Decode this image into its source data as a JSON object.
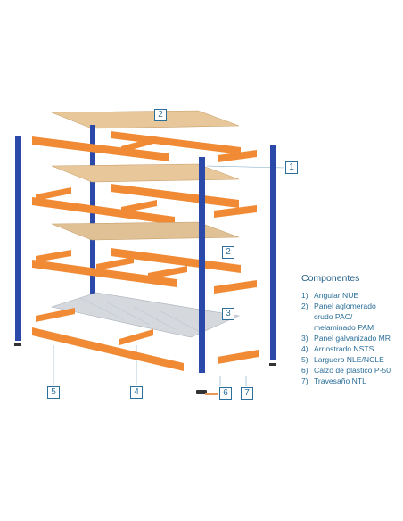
{
  "callouts": {
    "c2_top": "2",
    "c1": "1",
    "c2_mid": "2",
    "c3": "3",
    "c5": "5",
    "c4": "4",
    "c6": "6",
    "c7": "7"
  },
  "legend": {
    "title": "Componentes",
    "items": [
      {
        "num": "1)",
        "text": "Angular NUE"
      },
      {
        "num": "2)",
        "text": "Panel aglomerado\ncrudo PAC/\nmelaminado PAM"
      },
      {
        "num": "3)",
        "text": "Panel galvanizado MR"
      },
      {
        "num": "4)",
        "text": "Arriostrado NSTS"
      },
      {
        "num": "5)",
        "text": "Larguero NLE/NCLE"
      },
      {
        "num": "6)",
        "text": "Calzo de plástico P-50"
      },
      {
        "num": "7)",
        "text": "Travesaño NTL"
      }
    ]
  },
  "colors": {
    "upright_blue": "#2b49a8",
    "beam_orange": "#f08a34",
    "board": "#e8c79a",
    "galvanized": "#d5d9de",
    "callout_blue": "#2c6f9a"
  }
}
